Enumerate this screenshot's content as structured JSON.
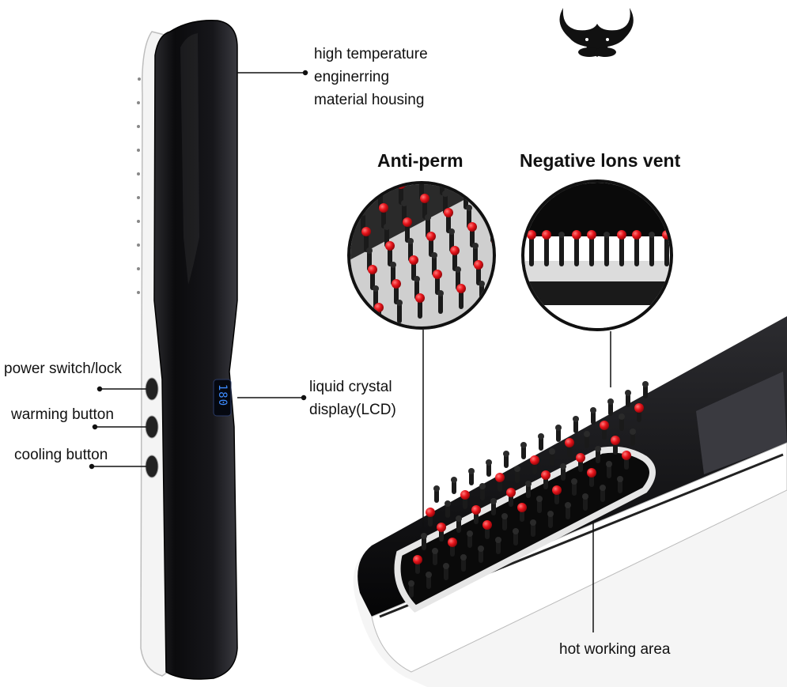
{
  "labels": {
    "housing": [
      "high temperature",
      "enginerring",
      "material housing"
    ],
    "power": "power switch/lock",
    "warming": "warming button",
    "cooling": "cooling button",
    "lcd": [
      "liquid crystal",
      "display(LCD)"
    ],
    "hot_area": "hot working area"
  },
  "headings": {
    "anti_perm": "Anti-perm",
    "negative_ions": "Negative lons vent"
  },
  "lcd_readout": "180",
  "colors": {
    "body": "#0d0d0f",
    "trim": "#f2f2f2",
    "bristle_tip": "#e8141b",
    "lcd_glow": "#3d8bff"
  }
}
